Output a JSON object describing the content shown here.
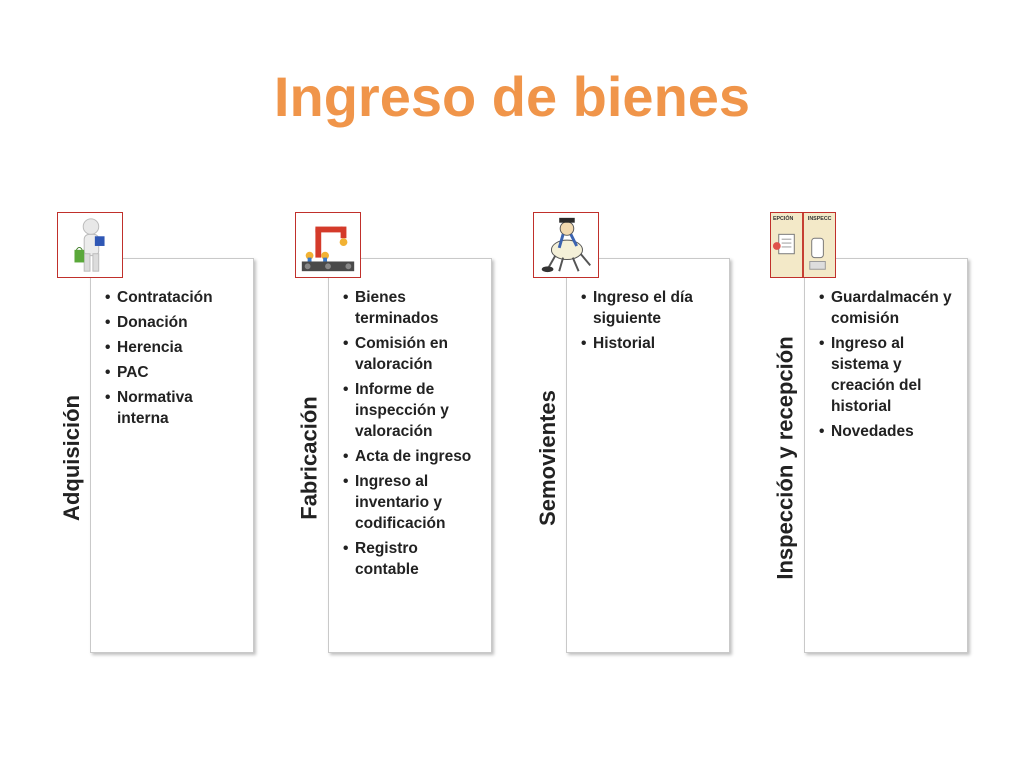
{
  "slide": {
    "title": "Ingreso de bienes",
    "columns": [
      {
        "label": "Adquisición",
        "icon": "person-with-bags-icon",
        "items": [
          "Contratación",
          "Donación",
          "Herencia",
          "PAC",
          "Normativa interna"
        ]
      },
      {
        "label": "Fabricación",
        "icon": "factory-robot-icon",
        "items": [
          "Bienes terminados",
          "Comisión en valoración",
          "Informe de inspección y valoración",
          "Acta de ingreso",
          "Ingreso al inventario y codificación",
          "Registro contable"
        ]
      },
      {
        "label": "Semovientes",
        "icon": "animal-rider-icon",
        "items": [
          "Ingreso el día siguiente",
          "Historial"
        ]
      },
      {
        "label": "Inspección y recepción",
        "icon": "inspection-documents-icon",
        "icon_text": [
          "EPCIÓN",
          "INSPECC"
        ],
        "items": [
          "Guardalmacén y comisión",
          "Ingreso al sistema y creación del historial",
          "Novedades"
        ]
      }
    ]
  }
}
